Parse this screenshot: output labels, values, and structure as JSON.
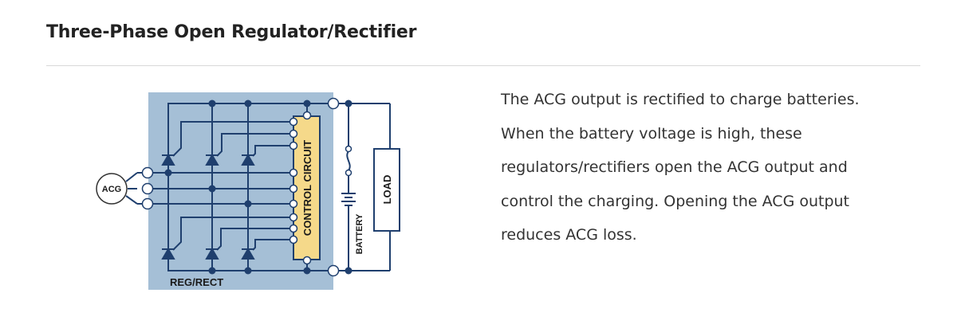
{
  "section": {
    "title": "Three-Phase Open Regulator/Rectifier"
  },
  "diagram": {
    "labels": {
      "generator": "ACG",
      "control": "CONTROL CIRCUIT",
      "battery": "BATTERY",
      "load": "LOAD",
      "module": "REG/RECT"
    },
    "colors": {
      "module_bg": "#a5bfd6",
      "wire": "#1f3f6e",
      "control_bg": "#f5d98a"
    }
  },
  "description": {
    "lines": [
      "The ACG output is rectified to charge batteries.",
      "When the battery voltage is high, these",
      "regulators/rectifiers open the ACG output and",
      "control the charging. Opening the ACG output",
      "reduces ACG loss."
    ]
  }
}
